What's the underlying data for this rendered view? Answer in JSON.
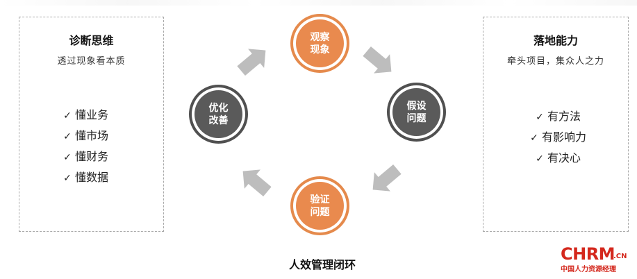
{
  "left_panel": {
    "title": "诊断思维",
    "subtitle": "透过现象看本质",
    "items": [
      "懂业务",
      "懂市场",
      "懂财务",
      "懂数据"
    ]
  },
  "right_panel": {
    "title": "落地能力",
    "subtitle": "牵头项目，集众人之力",
    "items": [
      "有方法",
      "有影响力",
      "有决心"
    ]
  },
  "cycle": {
    "nodes": [
      {
        "label": "观察\n现象",
        "color": "#e98a4e"
      },
      {
        "label": "假设\n问题",
        "color": "#5a5a5a"
      },
      {
        "label": "验证\n问题",
        "color": "#e98a4e"
      },
      {
        "label": "优化\n改善",
        "color": "#5a5a5a"
      }
    ],
    "arrow_color": "#bdbdbd",
    "title": "人效管理闭环"
  },
  "check_icon": "✓",
  "logo": {
    "main": "CHRM",
    "suffix": ".CN",
    "sub": "中国人力资源经理"
  }
}
